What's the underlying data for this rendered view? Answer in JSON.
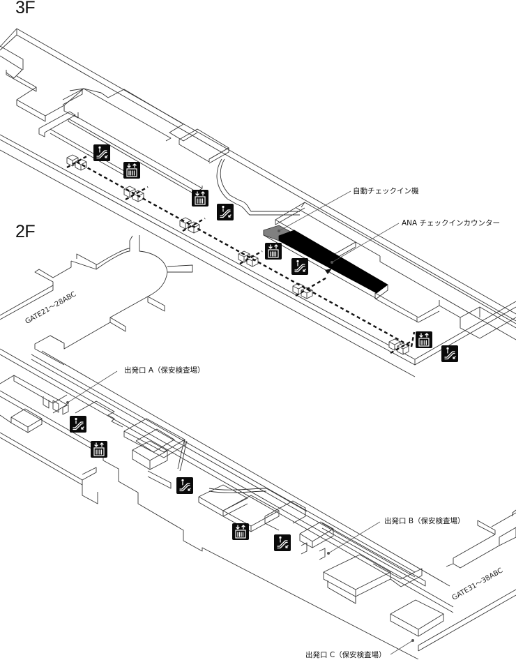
{
  "title": "Airport terminal floor guide",
  "floors": [
    {
      "id": "3F",
      "label": "3F",
      "callouts": [
        {
          "id": "auto-checkin",
          "text": "自動チェックイン機"
        },
        {
          "id": "ana-checkin-counter",
          "text": "ANA チェックインカウンター"
        }
      ],
      "icons": [
        {
          "type": "escalator-icon"
        },
        {
          "type": "elevator-icon"
        },
        {
          "type": "elevator-icon"
        },
        {
          "type": "escalator-icon"
        },
        {
          "type": "elevator-icon"
        },
        {
          "type": "escalator-icon"
        },
        {
          "type": "elevator-icon"
        },
        {
          "type": "escalator-icon"
        }
      ],
      "highlights": {
        "auto_checkin_color": "#808080",
        "counter_color": "#000000"
      }
    },
    {
      "id": "2F",
      "label": "2F",
      "gate_labels": [
        "GATE21～28ABC",
        "GATE31～38ABC"
      ],
      "callouts": [
        {
          "id": "departure-a",
          "text": "出発口 A（保安検査場）"
        },
        {
          "id": "departure-b",
          "text": "出発口 B（保安検査場）"
        },
        {
          "id": "departure-c",
          "text": "出発口 C（保安検査場）"
        }
      ],
      "icons": [
        {
          "type": "escalator-icon"
        },
        {
          "type": "elevator-icon"
        },
        {
          "type": "escalator-icon"
        },
        {
          "type": "elevator-icon"
        },
        {
          "type": "escalator-icon"
        }
      ]
    }
  ],
  "legend_colors": {
    "icon_background": "#0a0a0a",
    "line": "#333333"
  }
}
